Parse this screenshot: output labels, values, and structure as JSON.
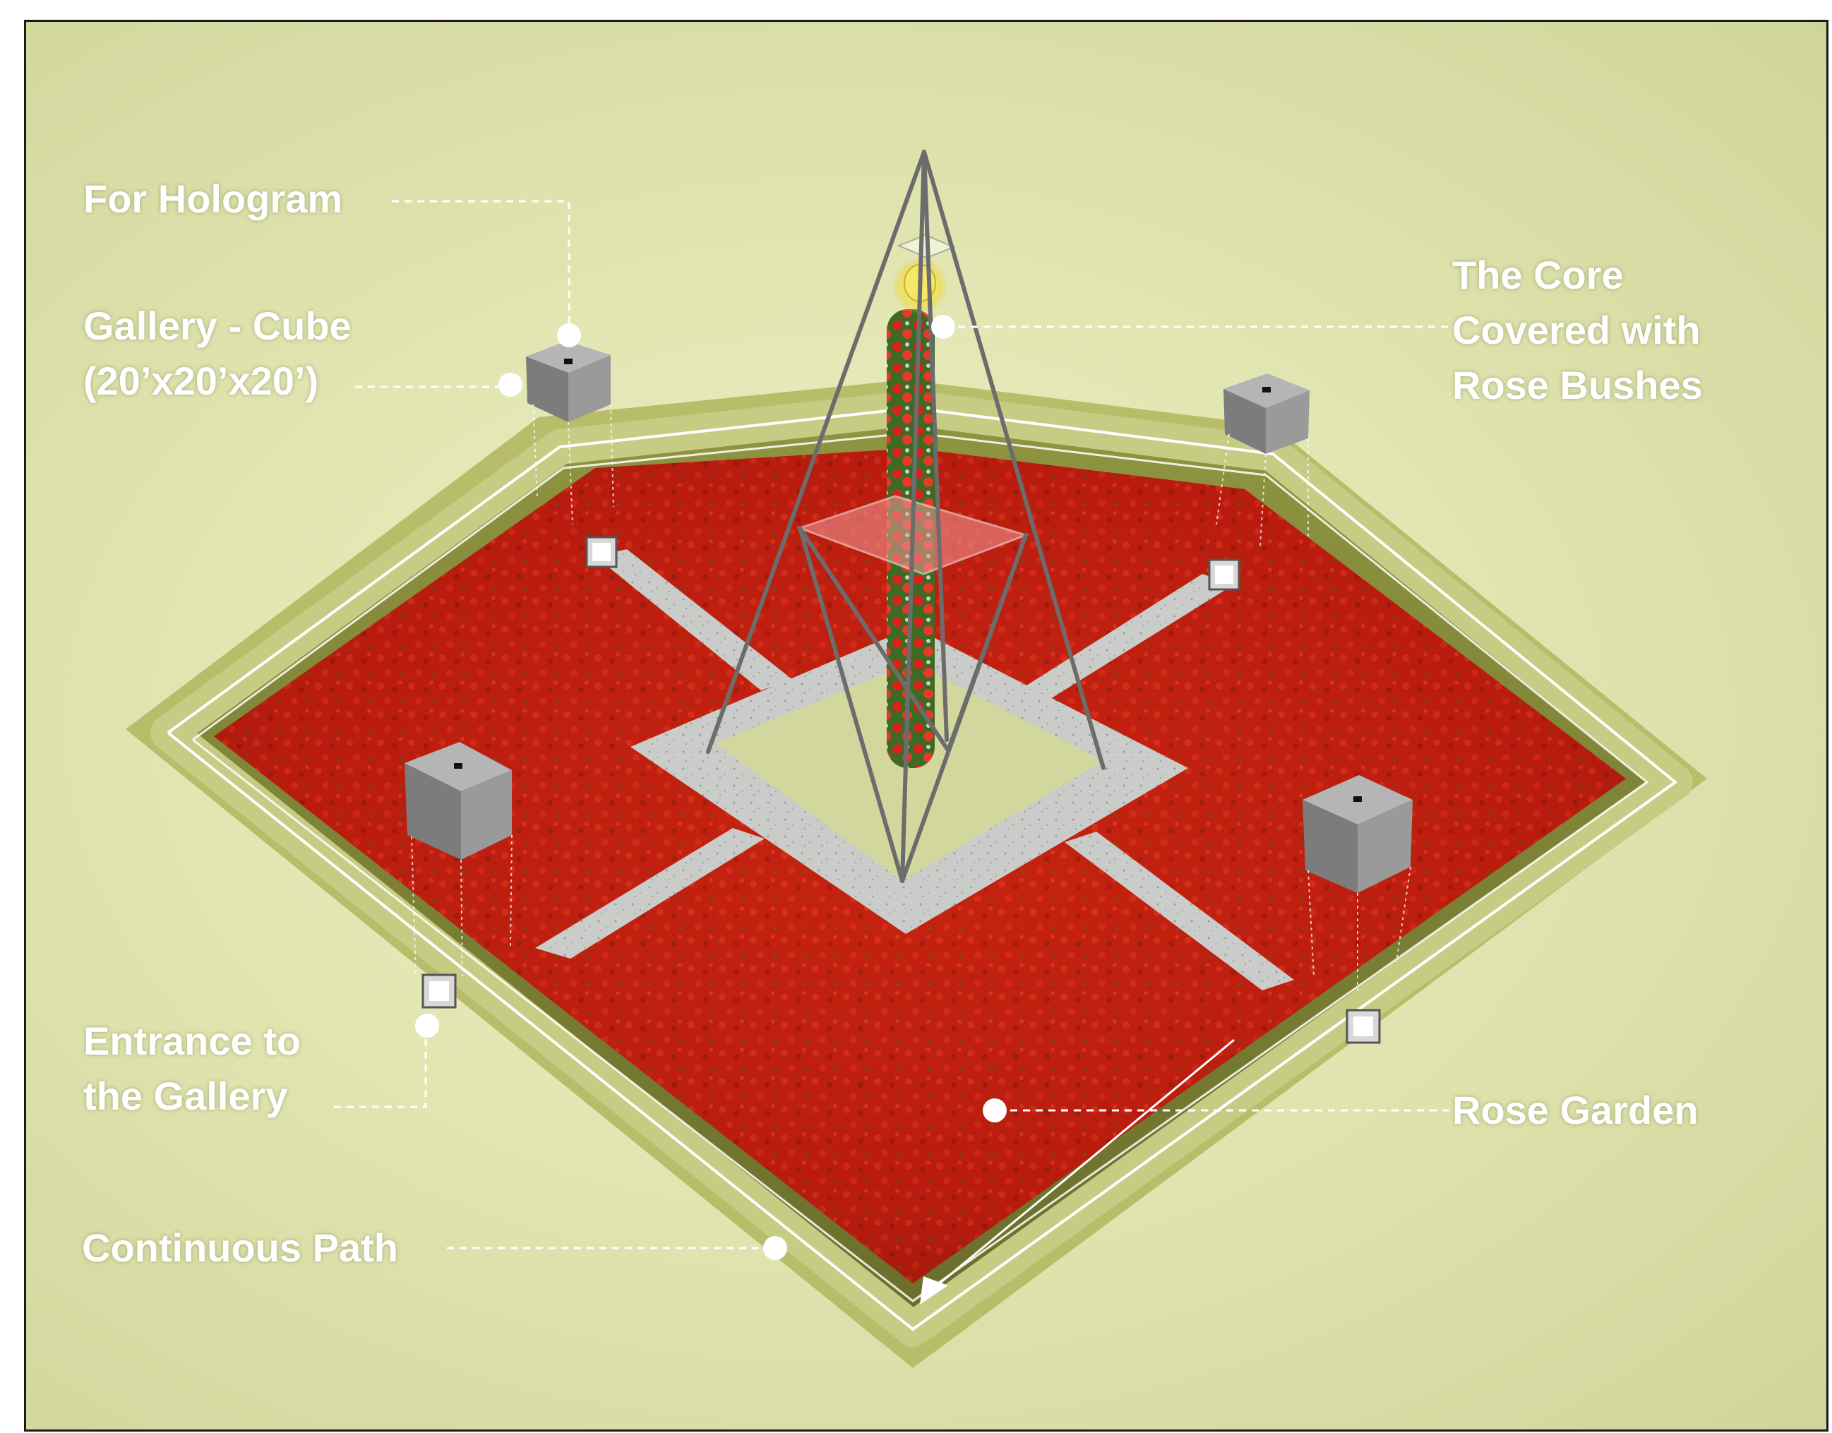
{
  "colors": {
    "background": "#e4e8b6",
    "grass_berm": "#b8bd6a",
    "path_band": "#c7cc84",
    "rose_field": "#b81c0e",
    "stone_path": "#c9ccc8",
    "center_court": "#d2d79e",
    "steel_frame": "#6c6c6c",
    "cube_grey": "#8d8d8d",
    "callout_white": "#ffffff"
  },
  "callouts": {
    "hologram": {
      "lines": [
        "For Hologram"
      ],
      "icon": "callout-dot-icon"
    },
    "gallery_cube": {
      "lines": [
        "Gallery - Cube",
        "(20’x20’x20’)"
      ],
      "icon": "callout-dot-icon"
    },
    "core": {
      "lines": [
        "The Core",
        "Covered with",
        "Rose Bushes"
      ],
      "icon": "callout-dot-icon"
    },
    "entrance": {
      "lines": [
        "Entrance to",
        "the Gallery"
      ],
      "icon": "callout-dot-icon"
    },
    "rose_garden": {
      "lines": [
        "Rose Garden"
      ],
      "icon": "callout-dot-icon"
    },
    "continuous_path": {
      "lines": [
        "Continuous Path"
      ],
      "icon": "callout-dot-icon"
    }
  },
  "symbols": {
    "path_direction": "arrow-icon",
    "gallery_cube": "cube-icon",
    "gallery_entrance": "entrance-box-icon"
  }
}
